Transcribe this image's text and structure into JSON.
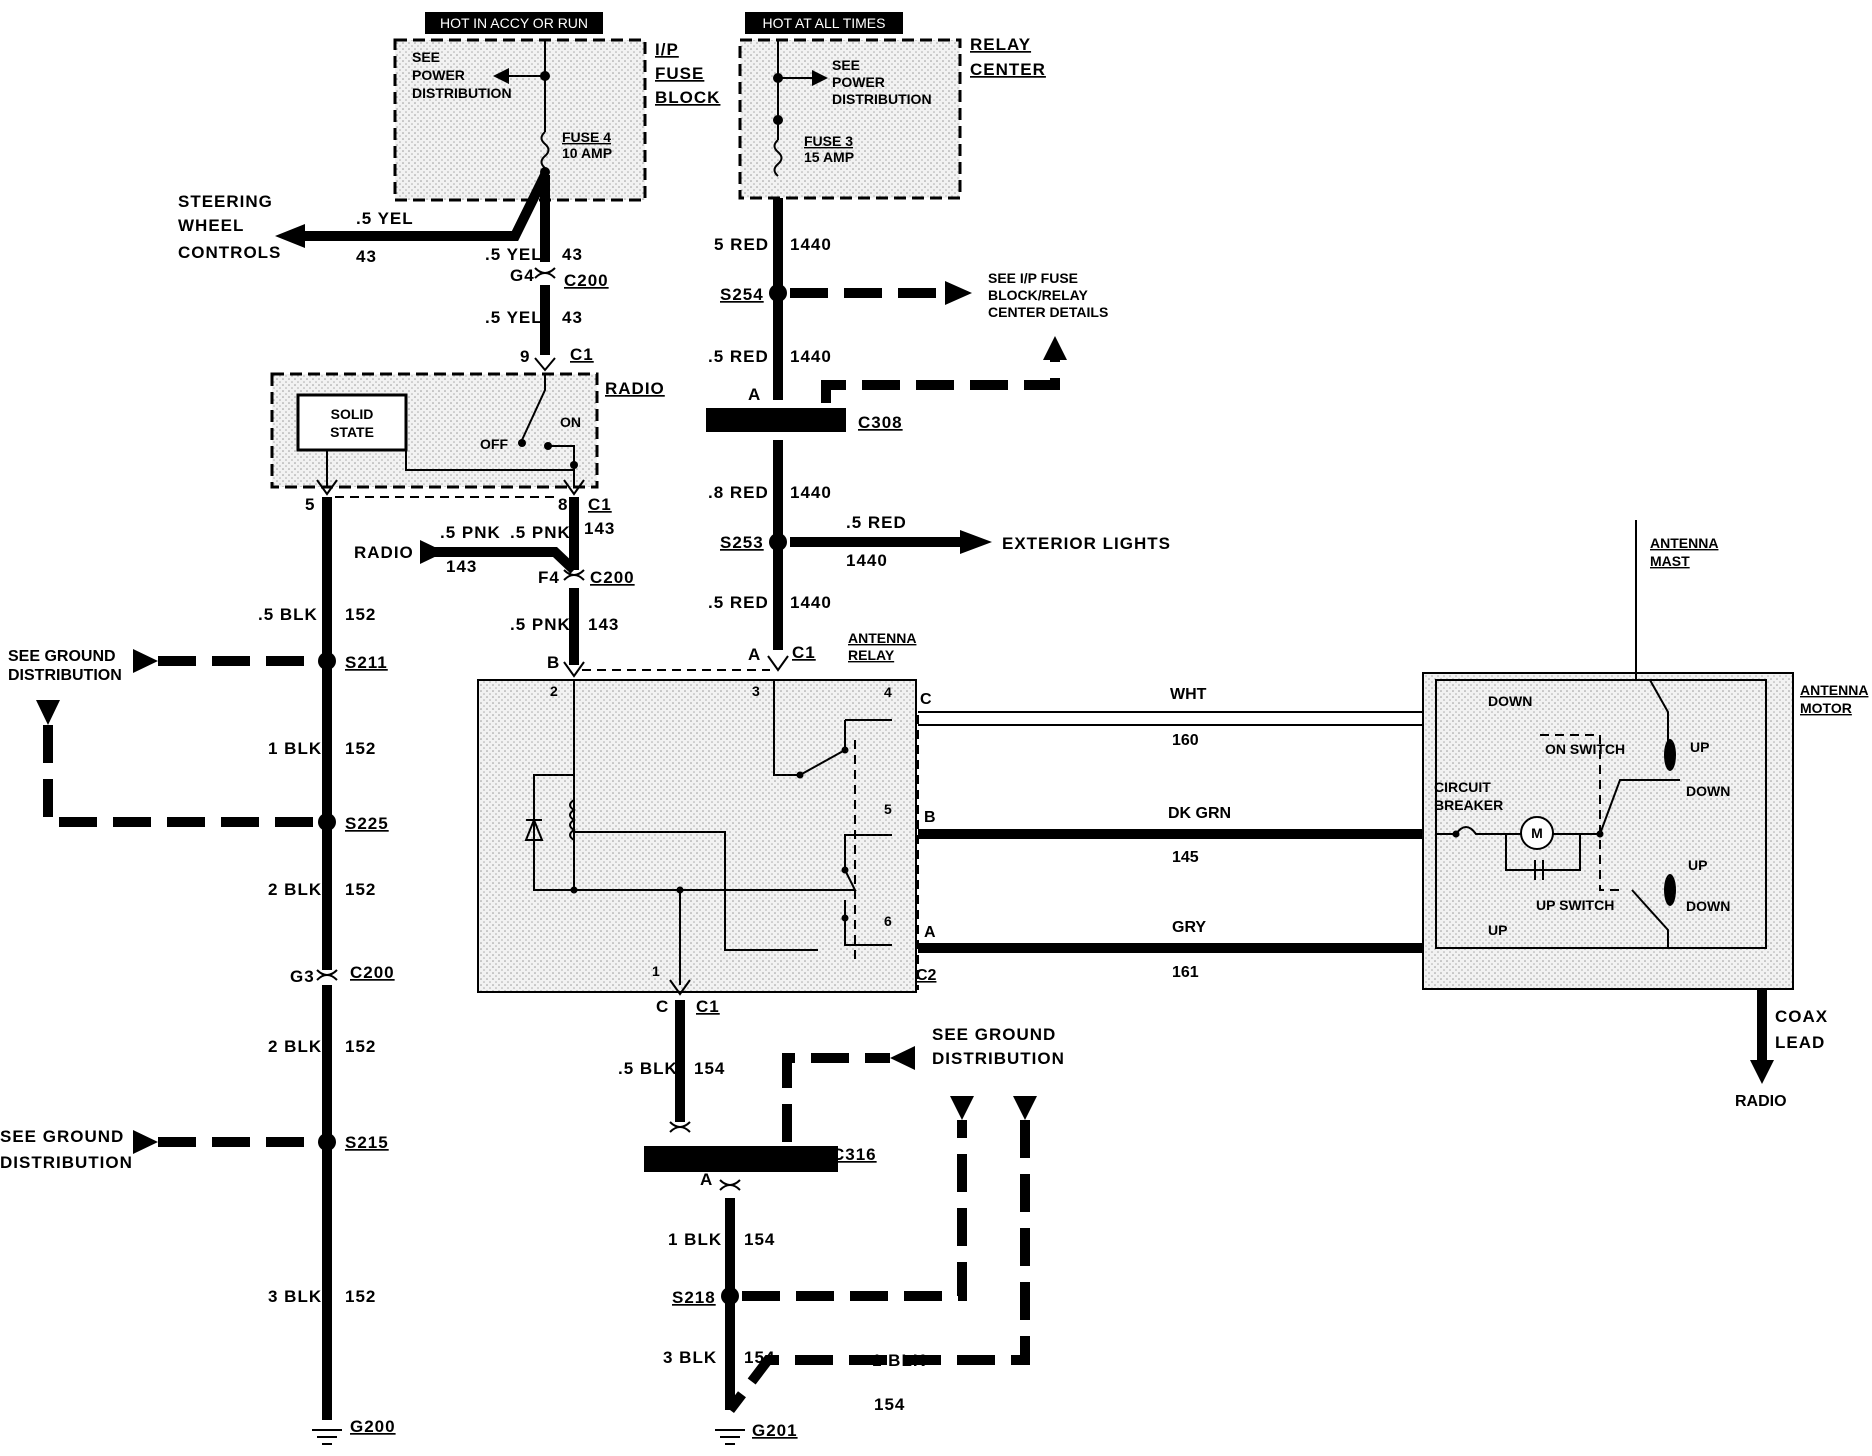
{
  "headers": {
    "accy_run": "HOT IN ACCY OR RUN",
    "all_times": "HOT AT ALL TIMES"
  },
  "fuse_block": {
    "title_1": "I/P",
    "title_2": "FUSE",
    "title_3": "BLOCK",
    "see_1": "SEE",
    "see_2": "POWER",
    "see_3": "DISTRIBUTION",
    "fuse": "FUSE 4",
    "rating": "10 AMP"
  },
  "relay_center": {
    "title_1": "RELAY",
    "title_2": "CENTER",
    "see_1": "SEE",
    "see_2": "POWER",
    "see_3": "DISTRIBUTION",
    "fuse": "FUSE 3",
    "rating": "15 AMP"
  },
  "steering": {
    "l1": "STEERING",
    "l2": "WHEEL",
    "l3": "CONTROLS"
  },
  "wires": {
    "yel_a": ".5 YEL",
    "yel_a_num": "43",
    "yel_b": ".5 YEL",
    "yel_b_num": "43",
    "yel_c": ".5 YEL",
    "yel_c_num": "43",
    "red_a": "5 RED",
    "red_a_num": "1440",
    "red_b": ".5 RED",
    "red_b_num": "1440",
    "red_c": ".8 RED",
    "red_c_num": "1440",
    "red_d": ".5 RED",
    "red_d_num": "1440",
    "red_ext": ".5 RED",
    "red_ext_num": "1440",
    "pnk_a": ".5 PNK",
    "pnk_a_num": "143",
    "pnk_b": ".5 PNK",
    "pnk_b_num": "143",
    "pnk_c": ".5 PNK",
    "pnk_c_num": "143",
    "blk_a": ".5 BLK",
    "blk_a_num": "152",
    "blk_b": "1 BLK",
    "blk_b_num": "152",
    "blk_c": "2 BLK",
    "blk_c_num": "152",
    "blk_d": "2 BLK",
    "blk_d_num": "152",
    "blk_e": "3 BLK",
    "blk_e_num": "152",
    "blk_f": ".5 BLK",
    "blk_f_num": "154",
    "blk_g": "1 BLK",
    "blk_g_num": "154",
    "blk_h": "3 BLK",
    "blk_h_num": "154",
    "blk_i": "1 BLK",
    "blk_i_num": "154",
    "wht": "WHT",
    "wht_num": "160",
    "grn": "DK GRN",
    "grn_num": "145",
    "gry": "GRY",
    "gry_num": "161"
  },
  "connectors": {
    "g4": "G4",
    "c200": "C200",
    "pin9": "9",
    "c1": "C1",
    "s254": "S254",
    "pinA": "A",
    "c308": "C308",
    "pin5": "5",
    "pin8": "8",
    "c1b": "C1",
    "f4": "F4",
    "c200b": "C200",
    "s253": "S253",
    "s211": "S211",
    "s225": "S225",
    "g3": "G3",
    "c200c": "C200",
    "s215": "S215",
    "g200": "G200",
    "pinB": "B",
    "pinA2": "A",
    "c1c": "C1",
    "pinC": "C",
    "c1d": "C1",
    "c316": "C316",
    "pinA3": "A",
    "s218": "S218",
    "g201": "G201",
    "conn_c": "C",
    "conn_b": "B",
    "conn_a": "A",
    "c2": "C2"
  },
  "radio": {
    "title": "RADIO",
    "solid_1": "SOLID",
    "solid_2": "STATE",
    "on": "ON",
    "off": "OFF",
    "input_label": "RADIO"
  },
  "relay_details": {
    "l1": "SEE I/P FUSE",
    "l2": "BLOCK/RELAY",
    "l3": "CENTER DETAILS"
  },
  "exterior": "EXTERIOR LIGHTS",
  "ground_dist": {
    "a1": "SEE GROUND",
    "a2": "DISTRIBUTION",
    "b1": "SEE GROUND",
    "b2": "DISTRIBUTION",
    "c1": "SEE GROUND",
    "c2": "DISTRIBUTION"
  },
  "antenna_relay": {
    "title_1": "ANTENNA",
    "title_2": "RELAY",
    "p1": "1",
    "p2": "2",
    "p3": "3",
    "p4": "4",
    "p5": "5",
    "p6": "6"
  },
  "antenna_motor": {
    "title_1": "ANTENNA",
    "title_2": "MOTOR",
    "mast_1": "ANTENNA",
    "mast_2": "MAST",
    "down_top": "DOWN",
    "on_switch": "ON SWITCH",
    "up_1": "UP",
    "down_1": "DOWN",
    "cb_1": "CIRCUIT",
    "cb_2": "BREAKER",
    "motor": "M",
    "up_switch": "UP SWITCH",
    "up_2": "UP",
    "down_2": "DOWN",
    "up_bottom": "UP"
  },
  "coax": {
    "l1": "COAX",
    "l2": "LEAD",
    "radio": "RADIO"
  }
}
